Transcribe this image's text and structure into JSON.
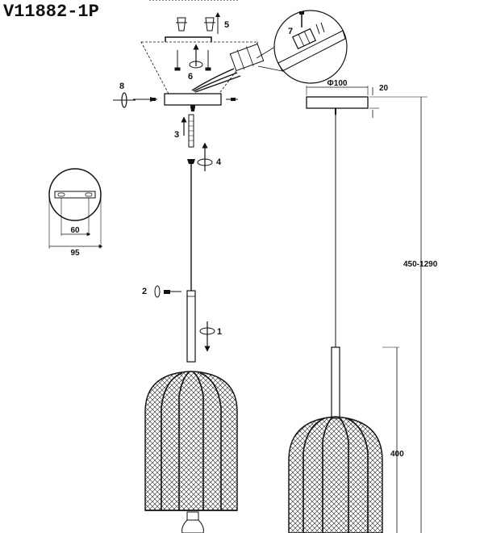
{
  "model": "V11882-1P",
  "steps": [
    "1",
    "2",
    "3",
    "4",
    "5",
    "6",
    "7",
    "8"
  ],
  "dimensions": {
    "canopy_diameter": "Φ100",
    "canopy_height": "20",
    "overall_height": "450-1290",
    "shade_height": "400",
    "bracket_hole_spacing": "60",
    "bracket_width": "95"
  }
}
